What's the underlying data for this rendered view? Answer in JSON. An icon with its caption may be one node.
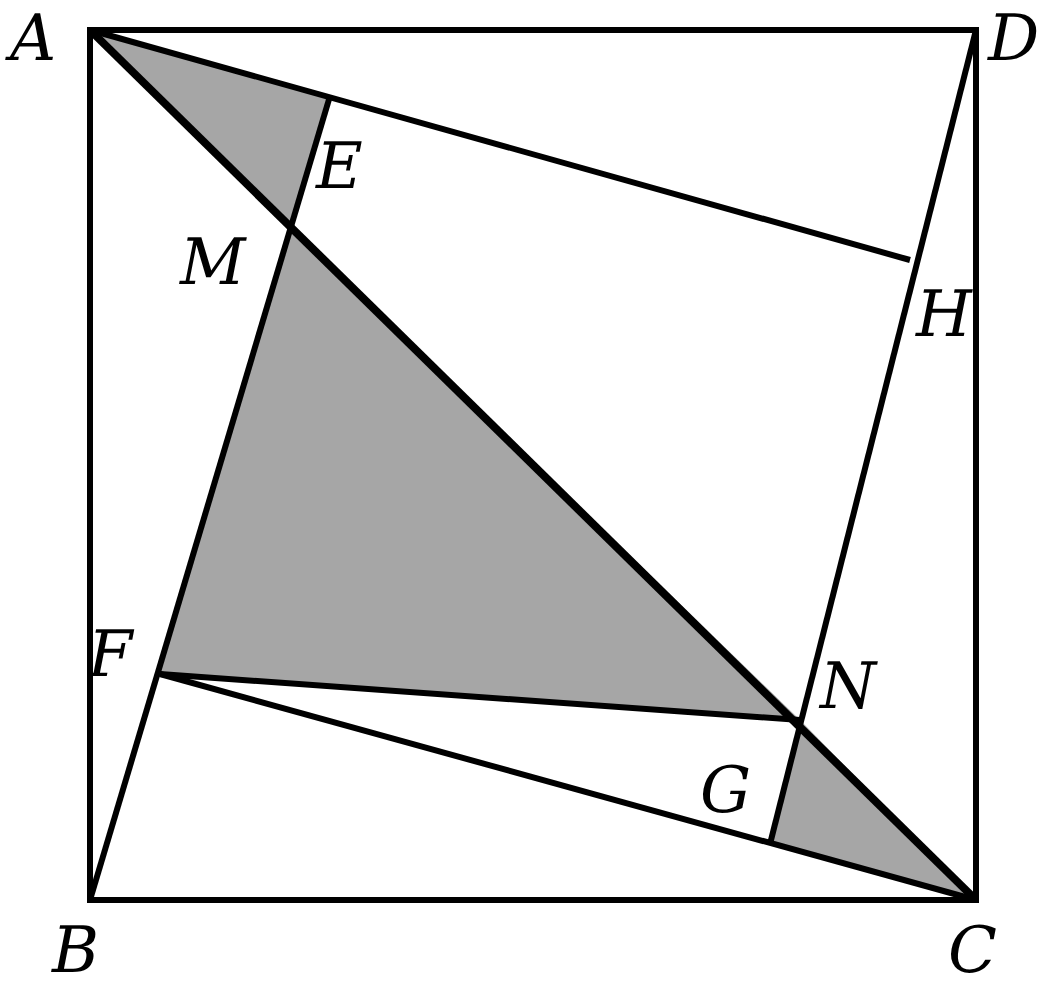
{
  "diagram": {
    "labels": [
      "A",
      "D",
      "E",
      "M",
      "H",
      "F",
      "N",
      "G",
      "B",
      "C"
    ]
  }
}
